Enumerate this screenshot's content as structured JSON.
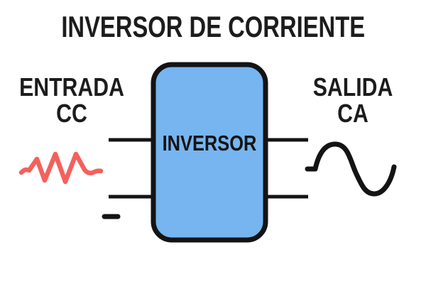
{
  "diagram": {
    "title": "INVERSOR DE CORRIENTE",
    "box_label": "INVERSOR",
    "input_label": {
      "line1": "ENTRADA",
      "line2": "CC"
    },
    "output_label": {
      "line1": "SALIDA",
      "line2": "CA"
    }
  },
  "colors": {
    "background": "#ffffff",
    "outline": "#141414",
    "box_fill": "#76b5ef",
    "signal_red": "#f4615c",
    "text": "#1c1c1c"
  }
}
